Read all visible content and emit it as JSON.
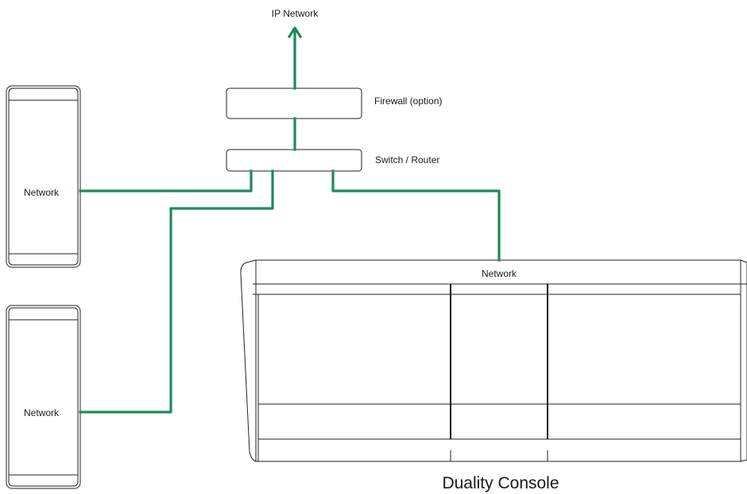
{
  "colors": {
    "connection": "#1e8a5a",
    "outline": "#222222",
    "background": "#ffffff"
  },
  "labels": {
    "ip_network": "IP Network",
    "firewall": "Firewall (option)",
    "switch_router": "Switch / Router",
    "rack_top_port": "Network",
    "rack_bottom_port": "Network",
    "console_port": "Network",
    "console_name": "Duality Console"
  }
}
